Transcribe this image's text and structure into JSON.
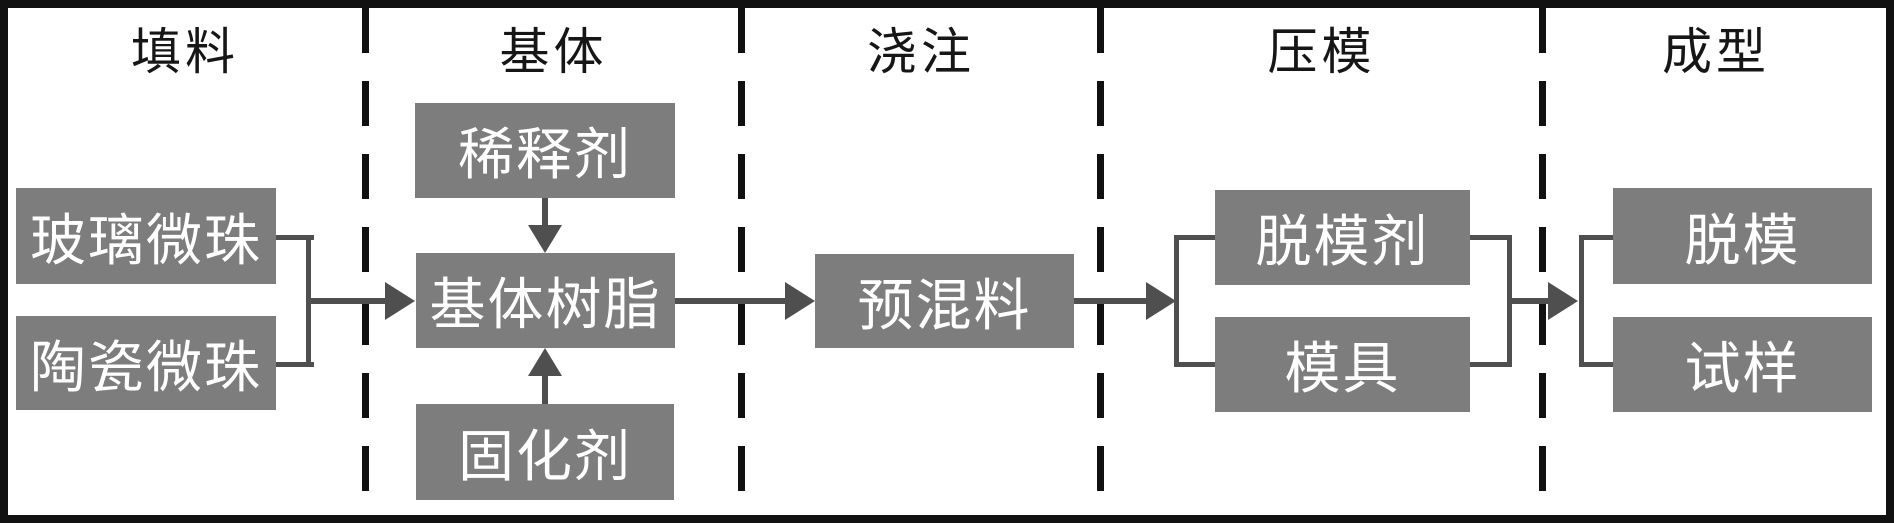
{
  "stages": [
    {
      "label": "填料",
      "boxes": [
        "玻璃微珠",
        "陶瓷微珠"
      ]
    },
    {
      "label": "基体",
      "boxes": [
        "稀释剂",
        "基体树脂",
        "固化剂"
      ]
    },
    {
      "label": "浇注",
      "boxes": [
        "预混料"
      ]
    },
    {
      "label": "压模",
      "boxes": [
        "脱模剂",
        "模具"
      ]
    },
    {
      "label": "成型",
      "boxes": [
        "脱模",
        "试样"
      ]
    }
  ],
  "edges": [
    {
      "from": [
        "玻璃微珠",
        "陶瓷微珠"
      ],
      "to": "基体树脂"
    },
    {
      "from": "稀释剂",
      "to": "基体树脂"
    },
    {
      "from": "固化剂",
      "to": "基体树脂"
    },
    {
      "from": "基体树脂",
      "to": "预混料"
    },
    {
      "from": "预混料",
      "to": [
        "脱模剂",
        "模具"
      ]
    },
    {
      "from": [
        "脱模剂",
        "模具"
      ],
      "to": [
        "脱模",
        "试样"
      ]
    }
  ],
  "colors": {
    "box_fill": "#7d7d7d",
    "box_text": "#ffffff",
    "connector": "#4f4f4f",
    "frame": "#111111",
    "header_text": "#161616",
    "bg": "#ffffff"
  }
}
